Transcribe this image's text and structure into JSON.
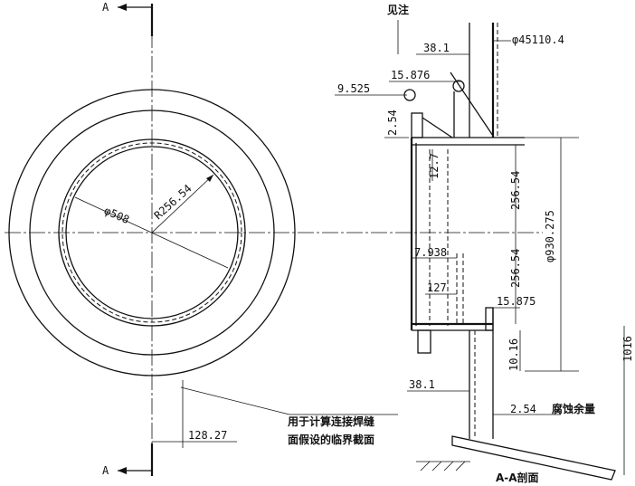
{
  "section_marks": {
    "top": "A",
    "bottom": "A"
  },
  "note_ref": "见注",
  "labels": {
    "phi508": "φ508",
    "r256": "R256.54",
    "d128": "128.27",
    "d38top": "38.1",
    "phi45110": "φ45110.4",
    "d15876": "15.876",
    "d9525": "9.525",
    "d254a": "2.54",
    "d127a": "12.7",
    "d25654a": "256.54",
    "phi930": "φ930.275",
    "d7938": "7.938",
    "d127b": "127",
    "d25654b": "256.54",
    "d15875": "15.875",
    "d1016a": "10.16",
    "d1016b": "1016",
    "d38bot": "38.1",
    "d254b": "2.54",
    "corrosion": "腐蚀余量",
    "note_line1": "用于计算连接焊缝",
    "note_line2": "面假设的临界截面",
    "section_title": "A-A剖面"
  }
}
